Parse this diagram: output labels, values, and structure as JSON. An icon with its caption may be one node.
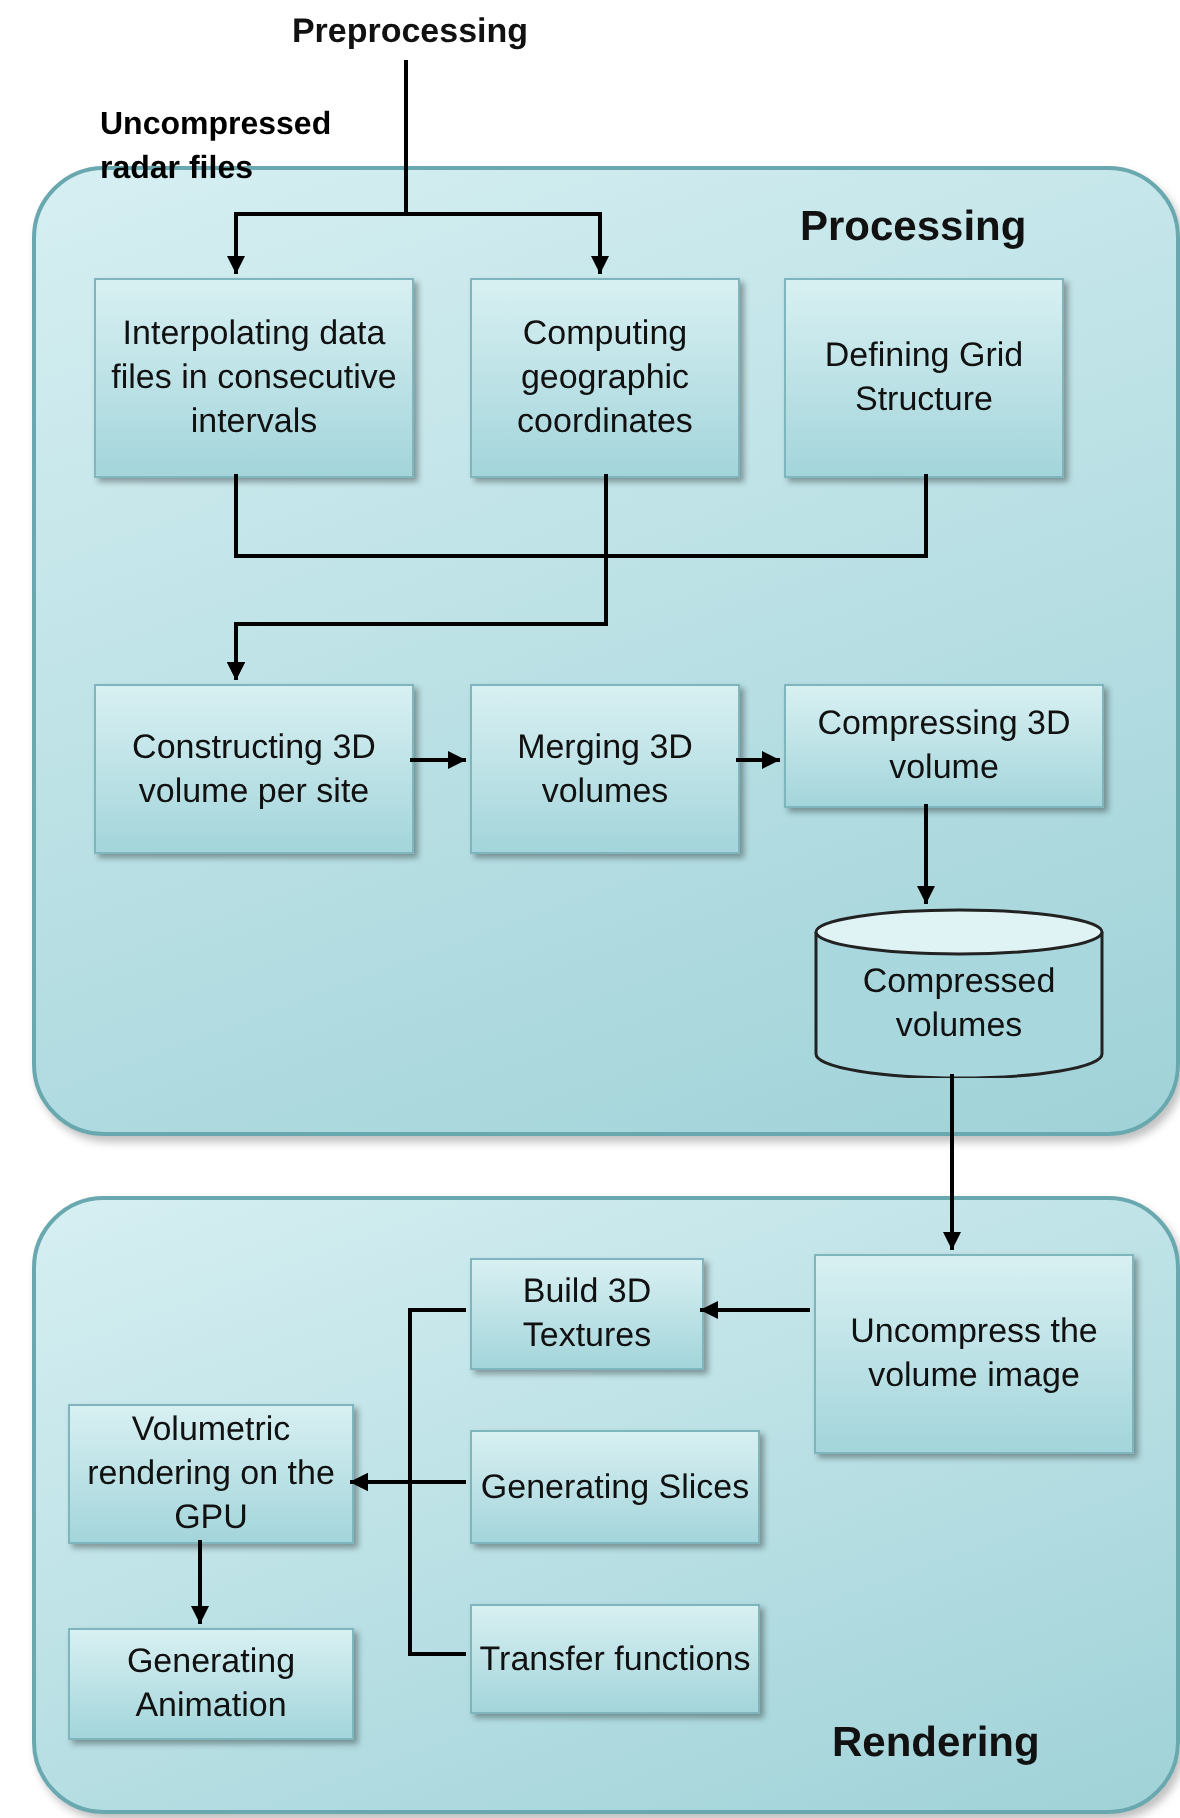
{
  "diagram": {
    "nodes": [
      {
        "text": [
          "Preprocessing"
        ]
      },
      {
        "text": [
          "Processing"
        ]
      },
      {
        "text": [
          "Interpolating data files in consecutive intervals"
        ],
        "in": 1
      },
      {
        "text": [
          "Computing geographic coordinates"
        ],
        "in": 1
      },
      {
        "text": [
          "Defining Grid Structure"
        ],
        "in": 1
      },
      {
        "text": [
          "Constructing 3D volume per site"
        ],
        "in": 1
      },
      {
        "text": [
          "Merging 3D volumes"
        ],
        "in": 1
      },
      {
        "text": [
          "Compressing 3D volume"
        ],
        "in": 1
      },
      {
        "text": [
          "Compressed volumes"
        ],
        "in": 1
      },
      {
        "text": [
          "Rendering"
        ]
      },
      {
        "text": [
          "Build 3D Textures"
        ],
        "in": 9
      },
      {
        "text": [
          "Uncompress the volume image"
        ],
        "in": 9
      },
      {
        "text": [
          "Volumetric rendering on the GPU"
        ],
        "in": 9
      },
      {
        "text": [
          "Generating Slices"
        ],
        "in": 9
      },
      {
        "text": [
          "Transfer functions"
        ],
        "in": 9
      },
      {
        "text": [
          "Generating Animation"
        ],
        "in": 9
      }
    ],
    "edges": [
      {
        "from": 0,
        "to": 2,
        "arrow": "to"
      },
      {
        "from": 0,
        "to": 3,
        "arrow": "to"
      },
      {
        "from": 2,
        "to": 5,
        "arrow": "to"
      },
      {
        "from": 3,
        "to": 5,
        "arrow": "to"
      },
      {
        "from": 4,
        "to": 5,
        "arrow": "to"
      },
      {
        "from": 5,
        "to": 6,
        "arrow": "to"
      },
      {
        "from": 6,
        "to": 7,
        "arrow": "to"
      },
      {
        "from": 7,
        "to": 8,
        "arrow": "to"
      },
      {
        "from": 8,
        "to": 11,
        "arrow": "to"
      },
      {
        "from": 11,
        "to": 10,
        "arrow": "to"
      },
      {
        "from": 10,
        "to": 12,
        "arrow": "to"
      },
      {
        "from": 13,
        "to": 12,
        "arrow": "to"
      },
      {
        "from": 14,
        "to": 12,
        "arrow": "to"
      },
      {
        "from": 12,
        "to": 15,
        "arrow": "to"
      }
    ],
    "labels": [
      "Uncompressed radar files"
    ]
  }
}
